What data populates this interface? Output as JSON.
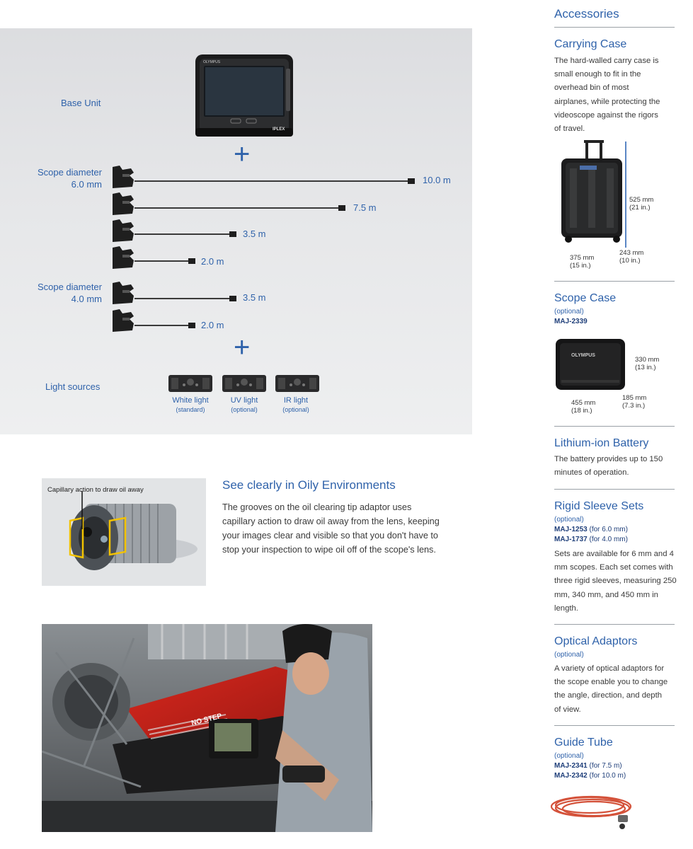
{
  "config": {
    "base_unit_label": "Base Unit",
    "scope_6_label_line1": "Scope diameter",
    "scope_6_label_line2": "6.0 mm",
    "scope_4_label_line1": "Scope diameter",
    "scope_4_label_line2": "4.0 mm",
    "light_sources_label": "Light sources",
    "plus": "+",
    "lengths": [
      "10.0 m",
      "7.5 m",
      "3.5 m",
      "2.0 m",
      "3.5 m",
      "2.0 m"
    ],
    "device_brand": "OLYMPUS",
    "device_model": "IPLEX",
    "lights": [
      {
        "name": "White light",
        "note": "(standard)"
      },
      {
        "name": "UV light",
        "note": "(optional)"
      },
      {
        "name": "IR light",
        "note": "(optional)"
      }
    ]
  },
  "oil": {
    "image_caption": "Capillary action to draw oil away",
    "title": "See clearly in Oily Environments",
    "body": "The grooves on the oil clearing tip adaptor uses capillary action to draw oil away from the lens, keeping your images clear and visible so that you don't have to stop your inspection to wipe oil off of the scope's lens."
  },
  "photo": {
    "sign_text": "NO STEP"
  },
  "sidebar": {
    "title": "Accessories",
    "carrying_case": {
      "title": "Carrying Case",
      "body": "The hard-walled carry case is small enough to fit in the overhead bin of most airplanes, while protecting the videoscope against the rigors of travel.",
      "height_dim": "525 mm",
      "height_dim_in": "(21 in.)",
      "depth_dim": "243 mm",
      "depth_dim_in": "(10 in.)",
      "width_dim": "375 mm",
      "width_dim_in": "(15 in.)"
    },
    "scope_case": {
      "title": "Scope Case",
      "optional": "(optional)",
      "part": "MAJ-2339",
      "logo": "OLYMPUS",
      "height_dim": "330 mm",
      "height_dim_in": "(13 in.)",
      "depth_dim": "185 mm",
      "depth_dim_in": "(7.3 in.)",
      "width_dim": "455 mm",
      "width_dim_in": "(18 in.)"
    },
    "battery": {
      "title": "Lithium-ion Battery",
      "body": "The battery provides up to 150 minutes of operation."
    },
    "rigid": {
      "title": "Rigid Sleeve Sets",
      "optional": "(optional)",
      "part1": "MAJ-1253",
      "part1_note": "(for 6.0 mm)",
      "part2": "MAJ-1737",
      "part2_note": "(for 4.0 mm)",
      "body": "Sets are available for 6 mm and 4 mm scopes.  Each set comes with three rigid sleeves, measuring 250 mm, 340 mm, and 450 mm in length."
    },
    "optical": {
      "title": "Optical Adaptors",
      "optional": "(optional)",
      "body": "A variety of optical adaptors for the scope enable you to change the angle, direction, and depth of view."
    },
    "guide": {
      "title": "Guide Tube",
      "optional": "(optional)",
      "part1": "MAJ-2341",
      "part1_note": "(for 7.5 m)",
      "part2": "MAJ-2342",
      "part2_note": "(for 10.0 m)"
    }
  }
}
